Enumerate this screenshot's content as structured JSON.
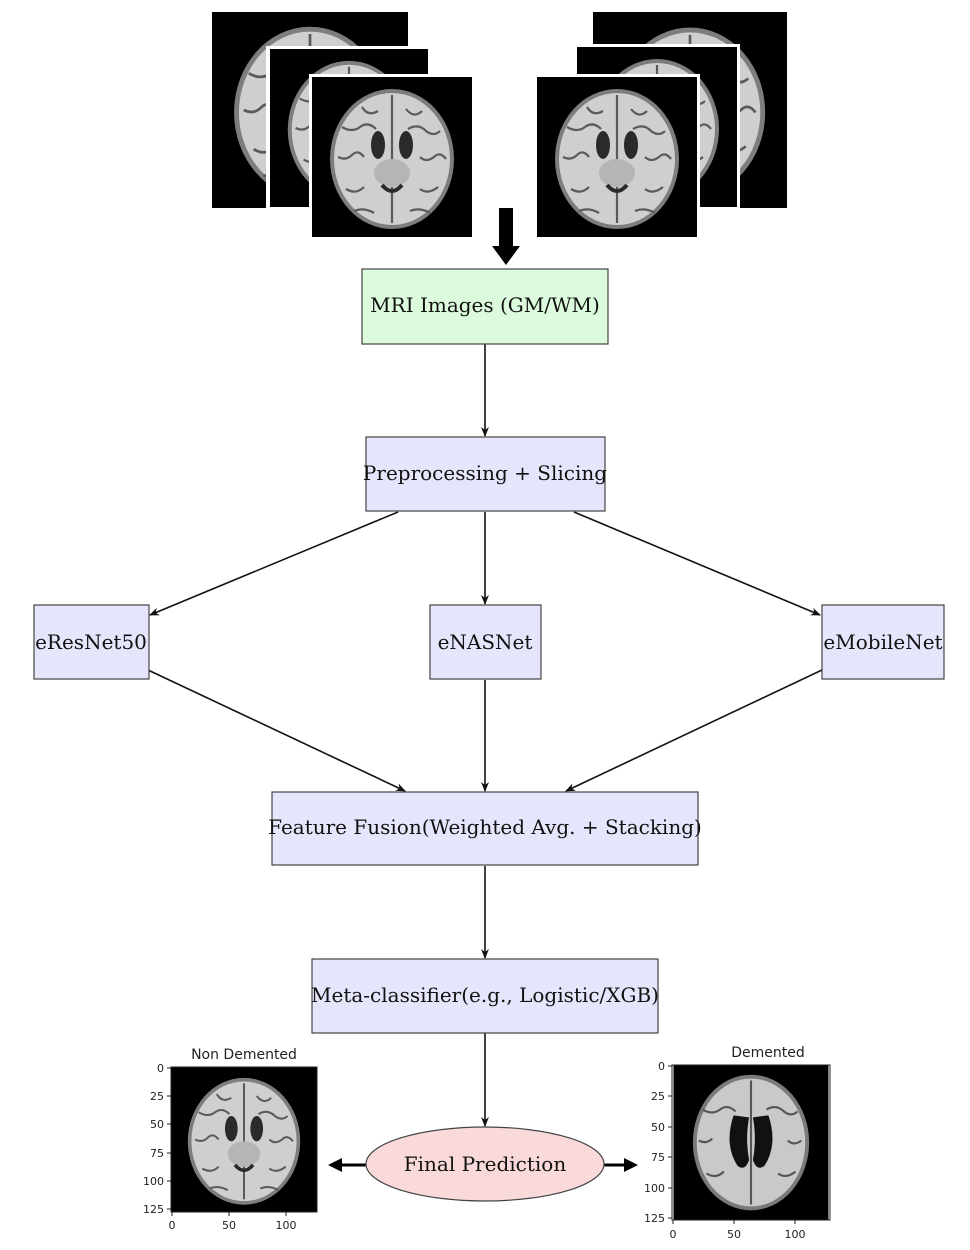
{
  "nodes": {
    "mri_images": "MRI Images (GM/WM)",
    "preprocessing": "Preprocessing + Slicing",
    "eresnet": "eResNet50",
    "enasnet": "eNASNet",
    "emobilenet": "eMobileNet",
    "feature_fusion": "Feature Fusion(Weighted Avg. + Stacking)",
    "meta_classifier": "Meta-classifier(e.g., Logistic/XGB)",
    "final_prediction": "Final Prediction"
  },
  "plots": {
    "non_demented": {
      "title": "Non Demented",
      "y_ticks": [
        "0",
        "25",
        "50",
        "75",
        "100",
        "125"
      ],
      "x_ticks": [
        "0",
        "50",
        "100"
      ]
    },
    "demented": {
      "title": "Demented",
      "y_ticks": [
        "0",
        "25",
        "50",
        "75",
        "100",
        "125"
      ],
      "x_ticks": [
        "0",
        "50",
        "100"
      ]
    }
  }
}
